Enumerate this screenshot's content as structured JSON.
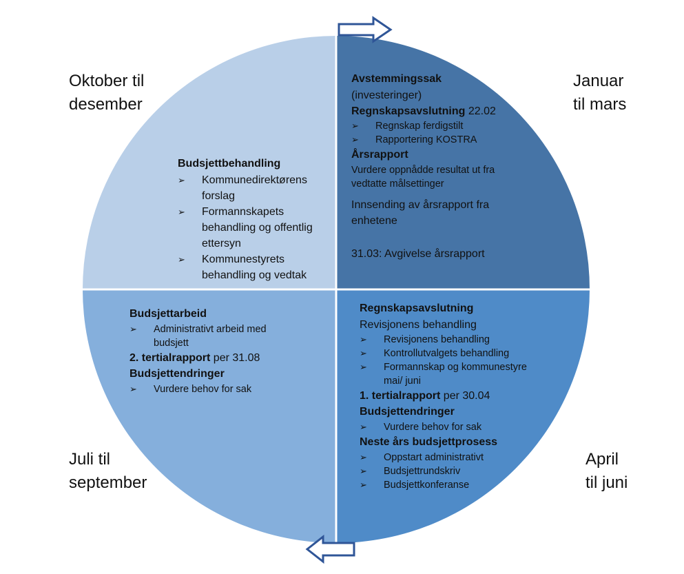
{
  "colors": {
    "q_oct_dec": "#b9cfe8",
    "q_jan_mar": "#4674a6",
    "q_jul_sep": "#85afdc",
    "q_apr_jun": "#4f8bc8",
    "arrow": "#2f5597"
  },
  "corners": {
    "jan_mar": [
      "Januar",
      "til mars"
    ],
    "apr_jun": [
      "April",
      "til juni"
    ],
    "jul_sep": [
      "Juli til",
      "september"
    ],
    "oct_dec": [
      "Oktober til",
      "desember"
    ]
  },
  "bullet": "➢",
  "jan_mar": {
    "h1": "Avstemmingssak",
    "t1": "(investeringer)",
    "h2": "Regnskapsavslutning",
    "h2_rest": " 22.02",
    "b1": "Regnskap ferdigstilt",
    "b2": "Rapportering KOSTRA",
    "h3": "Årsrapport",
    "t2": "Vurdere oppnådde resultat ut fra vedtatte målsettinger",
    "t3": "Innsending av årsrapport fra enhetene",
    "t4": "31.03: Avgivelse årsrapport"
  },
  "oct_dec": {
    "h1": "Budsjettbehandling",
    "b1": "Kommunedirektørens forslag",
    "b2": "Formannskapets behandling og offentlig ettersyn",
    "b3": "Kommunestyrets behandling og vedtak"
  },
  "jul_sep": {
    "h1": "Budsjettarbeid",
    "b1": "Administrativt arbeid med budsjett",
    "h2": "2. tertialrapport",
    "h2_rest": " per 31.08",
    "h3": "Budsjettendringer",
    "b2": "Vurdere behov for sak"
  },
  "apr_jun": {
    "h1": "Regnskapsavslutning",
    "t1": "Revisjonens behandling",
    "b1": "Revisjonens behandling",
    "b2": "Kontrollutvalgets behandling",
    "b3": "Formannskap og kommunestyre mai/ juni",
    "h2": "1. tertialrapport",
    "h2_rest": " per 30.04",
    "h3": "Budsjettendringer",
    "b4": "Vurdere behov for sak",
    "h4": "Neste års budsjettprosess",
    "b5": "Oppstart administrativt",
    "b6": "Budsjettrundskriv",
    "b7": "Budsjettkonferanse"
  }
}
